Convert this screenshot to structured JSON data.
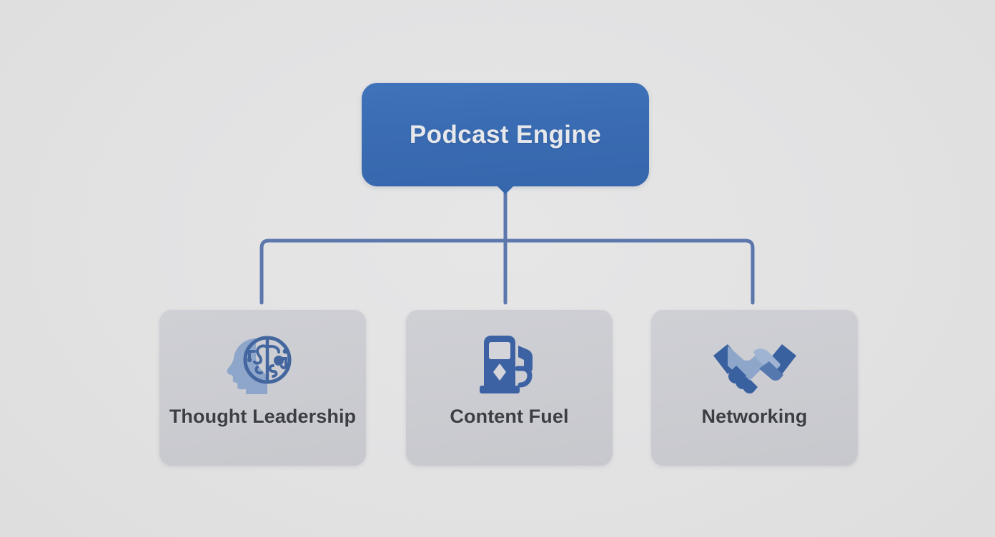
{
  "diagram": {
    "type": "org-chart",
    "title": "Podcast Engine",
    "background_color": "#e4e4e5",
    "root": {
      "label": "Podcast Engine",
      "fill_color": "#3a6cb3",
      "text_color": "#e7e8ec"
    },
    "connector": {
      "color": "#5b77ab",
      "stroke_width": 5
    },
    "children": [
      {
        "label": "Thought Leadership",
        "icon": "brain-head-icon",
        "icon_color": "#44669f",
        "icon_accent_color": "#8fa6cb",
        "card_color": "#cbccd1",
        "text_color": "#3b3e44"
      },
      {
        "label": "Content Fuel",
        "icon": "fuel-pump-icon",
        "icon_color": "#3c62a4",
        "icon_accent_color": "#d4d5da",
        "card_color": "#cbccd1",
        "text_color": "#3b3e44"
      },
      {
        "label": "Networking",
        "icon": "handshake-icon",
        "icon_color": "#39609f",
        "icon_accent_color": "#8ea6c9",
        "card_color": "#cbccd1",
        "text_color": "#3b3e44"
      }
    ]
  }
}
